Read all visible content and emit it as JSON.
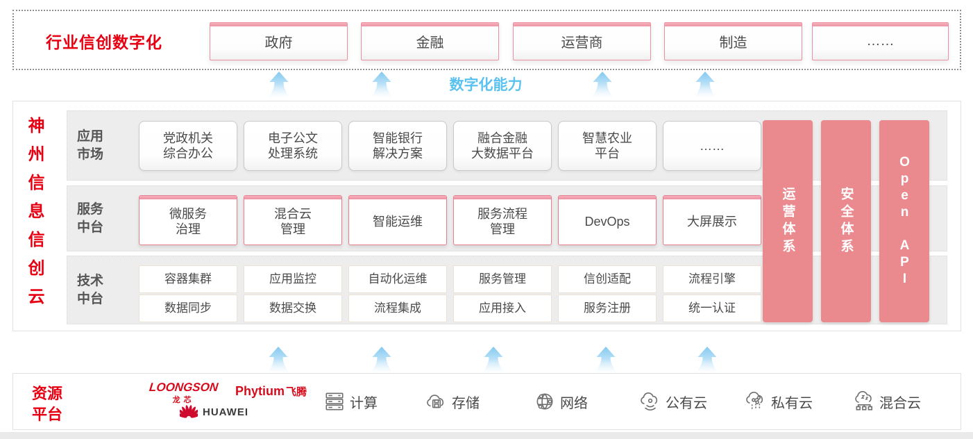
{
  "top": {
    "title": "行业信创数字化",
    "industries": [
      "政府",
      "金融",
      "运营商",
      "制造",
      "……"
    ]
  },
  "capability": {
    "label": "数字化能力"
  },
  "platform": {
    "title": "神州信息信创云",
    "rows": [
      {
        "label": "应用\n市场",
        "cards": [
          "党政机关\n综合办公",
          "电子公文\n处理系统",
          "智能银行\n解决方案",
          "融合金融\n大数据平台",
          "智慧农业\n平台",
          "……"
        ]
      },
      {
        "label": "服务\n中台",
        "cards": [
          "微服务\n治理",
          "混合云\n管理",
          "智能运维",
          "服务流程\n管理",
          "DevOps",
          "大屏展示"
        ]
      },
      {
        "label": "技术\n中台",
        "cards_top": [
          "容器集群",
          "应用监控",
          "自动化运维",
          "服务管理",
          "信创适配",
          "流程引擎"
        ],
        "cards_bottom": [
          "数据同步",
          "数据交换",
          "流程集成",
          "应用接入",
          "服务注册",
          "统一认证"
        ]
      }
    ],
    "pillars": [
      "运营体系",
      "安全体系",
      "Open API"
    ]
  },
  "resources": {
    "title": "资源\n平台",
    "vendors": {
      "loongson_en": "LOONGSON",
      "loongson_cn": "龙芯",
      "phytium_en": "Phytium",
      "phytium_cn": "飞腾",
      "huawei": "HUAWEI"
    },
    "items": [
      {
        "icon": "compute-icon",
        "label": "计算"
      },
      {
        "icon": "storage-icon",
        "label": "存储"
      },
      {
        "icon": "network-icon",
        "label": "网络"
      },
      {
        "icon": "public-cloud-icon",
        "label": "公有云"
      },
      {
        "icon": "private-cloud-icon",
        "label": "私有云"
      },
      {
        "icon": "hybrid-cloud-icon",
        "label": "混合云"
      }
    ]
  },
  "colors": {
    "brand_red": "#e60012",
    "pillar_pink": "#ea8a8e",
    "card_pink_border": "#e5808f",
    "capability_blue": "#5bc2f0",
    "arrow_blue": "#8ccdf0"
  }
}
